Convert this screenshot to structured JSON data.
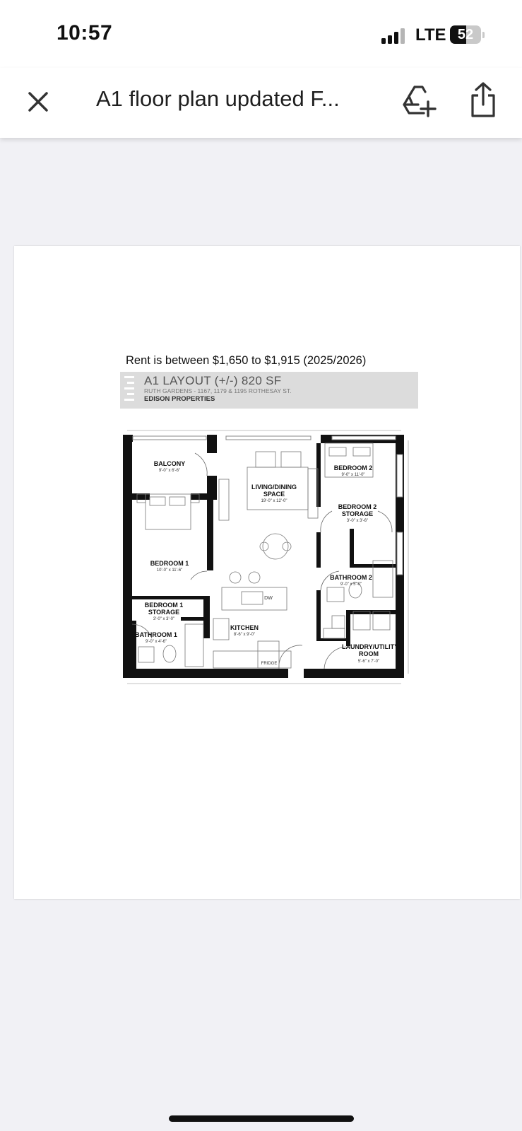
{
  "status_bar": {
    "time": "10:57",
    "network": "LTE",
    "battery": "52",
    "battery_level": 0.52
  },
  "app_bar": {
    "title": "A1 floor plan updated F...",
    "icons": [
      "close-icon",
      "add-to-drive-icon",
      "share-icon"
    ]
  },
  "document": {
    "rent_note": "Rent is between $1,650 to $1,915 (2025/2026)",
    "header": {
      "title": "A1 LAYOUT (+/-) 820 SF",
      "subtitle": "RUTH GARDENS - 1167, 1179 & 1195 ROTHESAY ST.",
      "company": "EDISON PROPERTIES"
    },
    "floor_plan": {
      "rooms": [
        {
          "name": "BALCONY",
          "dims": "9'-0\" x 6'-6\""
        },
        {
          "name": "LIVING/DINING SPACE",
          "dims": "19'-0\" x 12'-0\""
        },
        {
          "name": "BEDROOM 2",
          "dims": "9'-0\" x 11'-0\""
        },
        {
          "name": "BEDROOM 2 STORAGE",
          "dims": "3'-0\" x 3'-6\""
        },
        {
          "name": "BEDROOM 1",
          "dims": "10'-0\" x 11'-6\""
        },
        {
          "name": "BATHROOM 2",
          "dims": "9'-0\" x 5'-0\""
        },
        {
          "name": "BEDROOM 1 STORAGE",
          "dims": "3'-0\" x 3'-0\""
        },
        {
          "name": "KITCHEN",
          "dims": "8'-6\" x 9'-0\""
        },
        {
          "name": "BATHROOM 1",
          "dims": "9'-0\" x 4'-6\""
        },
        {
          "name": "LAUNDRY/UTILITY ROOM",
          "dims": "5'-6\" x 7'-0\""
        }
      ],
      "appliances": {
        "dishwasher": "DW",
        "fridge": "FRIDGE"
      }
    }
  }
}
